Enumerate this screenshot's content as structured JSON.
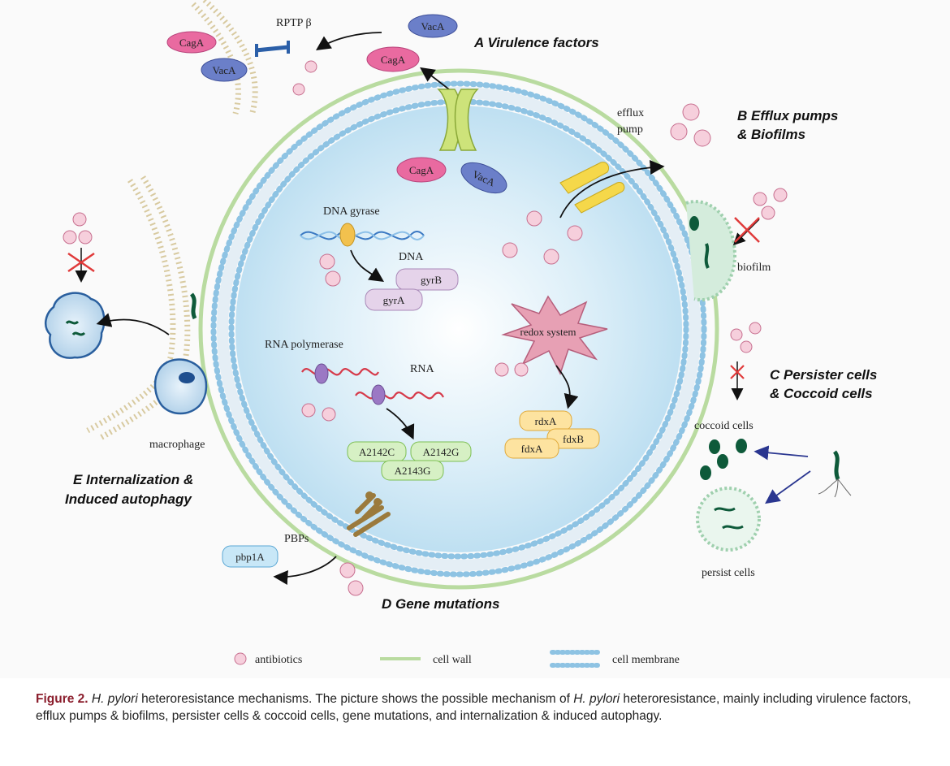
{
  "sections": {
    "a": "A Virulence factors",
    "b1": "B Efflux pumps",
    "b2": "& Biofilms",
    "c1": "C Persister cells",
    "c2": "& Coccoid cells",
    "d": "D Gene mutations",
    "e1": "E Internalization &",
    "e2": "Induced autophagy"
  },
  "labels": {
    "rptp": "RPTP β",
    "cagA": "CagA",
    "vacA": "VacA",
    "efflux1": "efflux",
    "efflux2": "pump",
    "biofilm": "biofilm",
    "dna_gyrase": "DNA gyrase",
    "dna": "DNA",
    "gyrB": "gyrB",
    "gyrA": "gyrA",
    "rna_polymerase": "RNA polymerase",
    "rna": "RNA",
    "a2142c": "A2142C",
    "a2142g": "A2142G",
    "a2143g": "A2143G",
    "redox": "redox system",
    "rdxA": "rdxA",
    "fdxB": "fdxB",
    "fdxA": "fdxA",
    "coccoid": "coccoid cells",
    "persist": "persist cells",
    "macrophage": "macrophage",
    "pbps": "PBPs",
    "pbp1a": "pbp1A"
  },
  "legend": {
    "antibiotics": "antibiotics",
    "cell_wall": "cell wall",
    "cell_membrane": "cell membrane"
  },
  "caption": {
    "label": "Figure 2.",
    "species": "H. pylori",
    "part1": "heteroresistance mechanisms. The picture shows the possible mechanism of",
    "species2": "H. pylori",
    "part2": "heteroresistance, mainly including virulence factors, efflux pumps & biofilms, persister cells & coccoid cells, gene mutations, and internalization & induced autophagy."
  },
  "colors": {
    "antibiotic_fill": "#f6cfdc",
    "antibiotic_stroke": "#c76f8f",
    "cell_wall": "#b9dba0",
    "membrane": "#8ec3e3",
    "cagA": "#e96aa0",
    "vacA": "#6b7fc9",
    "caption_label": "#8b1e2d"
  }
}
